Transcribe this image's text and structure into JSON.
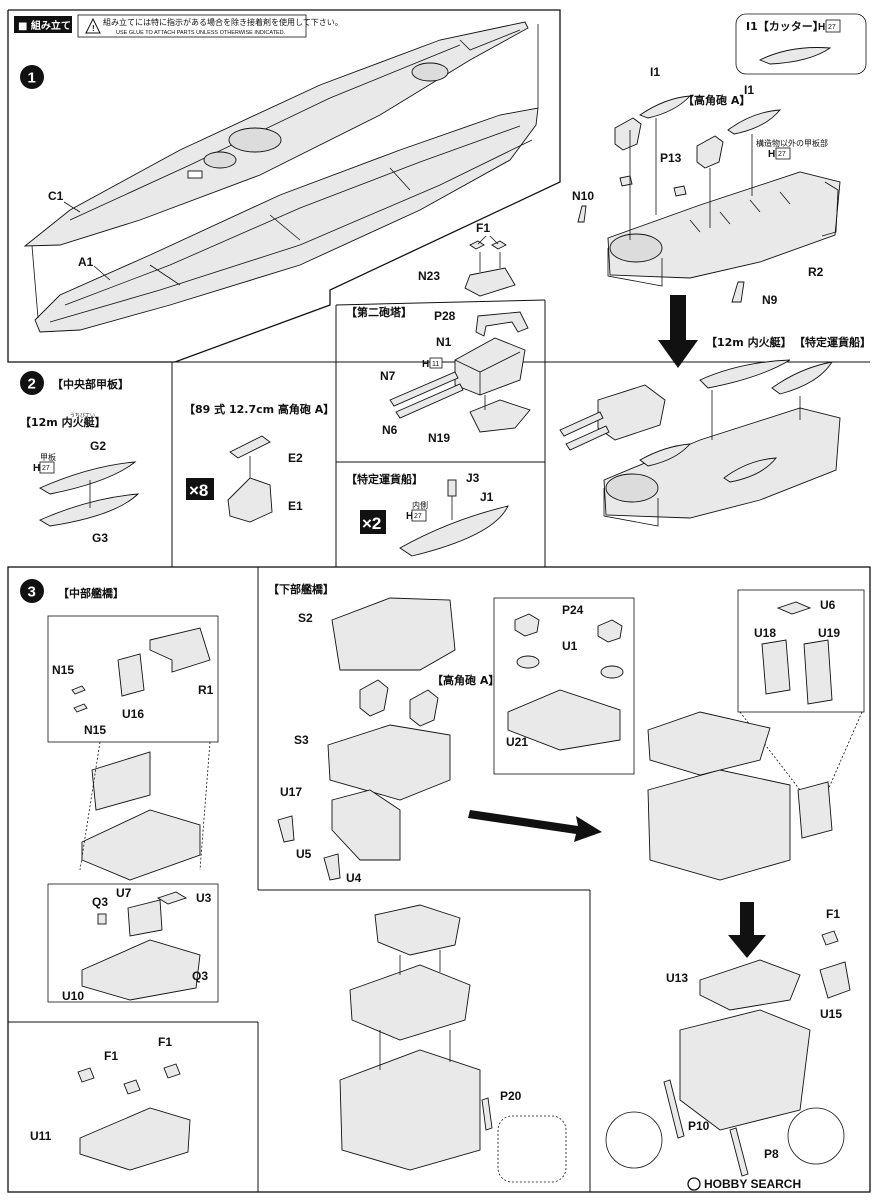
{
  "header": {
    "badge": "■ 組み立て",
    "note_jp": "組み立てには特に指示がある場合を除き接着剤を使用して下さい。",
    "note_en": "USE GLUE TO ATTACH PARTS UNLESS OTHERWISE INDICATED."
  },
  "steps": {
    "s1": "1",
    "s2": "2",
    "s3": "3"
  },
  "step1": {
    "c1": "C1",
    "a1": "A1",
    "n23": "N23",
    "f1": "F1",
    "p28": "P28",
    "n1": "N1",
    "n7": "N7",
    "n6": "N6",
    "n19": "N19",
    "h11": "11",
    "h_prefix": "H",
    "turret2": "【第二砲塔】",
    "i1_box": "I1【カッター】",
    "h27": "27",
    "i1a": "I1",
    "i1b": "I1",
    "aa_a": "【高角砲 A】",
    "p13": "P13",
    "deck_other": "構造物以外の甲板部",
    "n10": "N10",
    "r2": "R2",
    "n9": "N9",
    "launch12": "【12m 内火艇】",
    "special": "【特定運貨船】"
  },
  "step2": {
    "mid_deck": "【中央部甲板】",
    "launch12": "【12m 内火艇】",
    "ruby": "うちびてい",
    "deck_label": "甲板",
    "g2": "G2",
    "g3": "G3",
    "gun89": "【89 式 12.7cm 高角砲 A】",
    "x8": "×8",
    "e2": "E2",
    "e1": "E1",
    "special": "【特定運貨船】",
    "x2": "×2",
    "inner": "内側",
    "j3": "J3",
    "j1": "J1"
  },
  "step3": {
    "mid_bridge": "【中部艦橋】",
    "n15a": "N15",
    "n15b": "N15",
    "r1": "R1",
    "u16": "U16",
    "q3a": "Q3",
    "q3b": "Q3",
    "u7": "U7",
    "u3": "U3",
    "u10": "U10",
    "f1a": "F1",
    "f1b": "F1",
    "u11": "U11",
    "lower_bridge": "【下部艦橋】",
    "s2": "S2",
    "aa_a": "【高角砲 A】",
    "s3": "S3",
    "u17": "U17",
    "u5": "U5",
    "u4": "U4",
    "p24": "P24",
    "u1": "U1",
    "u21": "U21",
    "u6": "U6",
    "u18": "U18",
    "u19": "U19",
    "f1c": "F1",
    "u13": "U13",
    "u15": "U15",
    "p20": "P20",
    "p10": "P10",
    "p8": "P8"
  },
  "watermark": "HOBBY SEARCH"
}
